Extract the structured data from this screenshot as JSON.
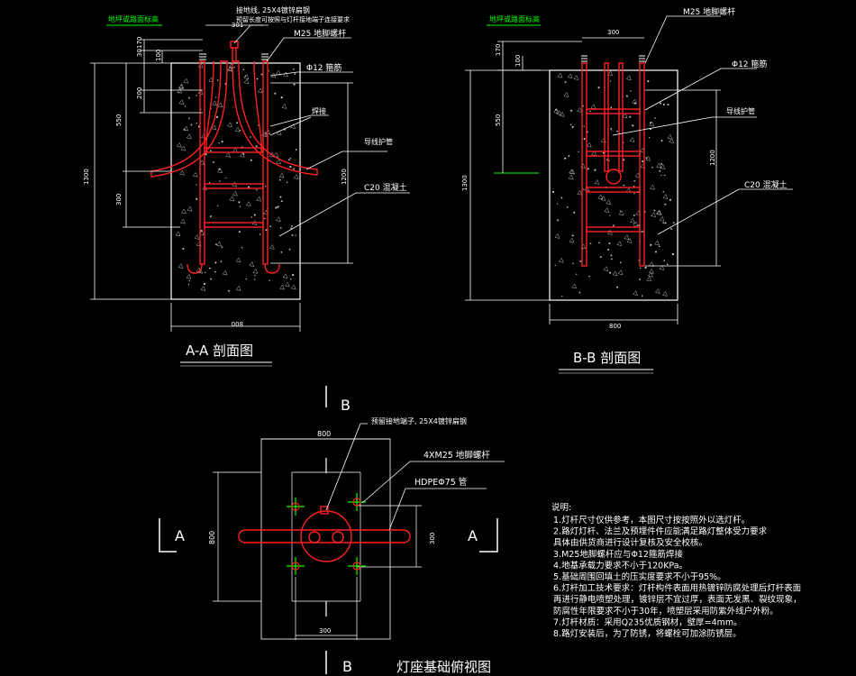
{
  "colors": {
    "background": "#000000",
    "lines": "#ffffff",
    "rebar": "#ff2020",
    "marker": "#00ff00",
    "dim_green": "#00ff00"
  },
  "aa": {
    "ground_label": "地坪或路面标高",
    "dim_301": "301",
    "dim_170": "170",
    "dim_30": "30",
    "dim_100": "100",
    "dim_200": "200",
    "dim_550": "550",
    "dim_300": "300",
    "dim_1300": "1300",
    "dim_1200": "1200",
    "dim_800": "800",
    "callout_ground": "接地线, 25X4镀锌扁钢",
    "callout_ground2": "预留长度可按照与灯杆接地端子连接要求",
    "callout_bolt": "M25 地脚螺杆",
    "callout_rebar": "Φ12 箍筋",
    "callout_weld": "焊接",
    "callout_conduit": "导线护管",
    "callout_concrete": "C20 混凝土",
    "title": "A-A 剖面图"
  },
  "bb": {
    "ground_label": "地坪或路面标高",
    "dim_300": "300",
    "dim_170": "170",
    "dim_100": "100",
    "dim_550": "550",
    "dim_1300": "1300",
    "dim_1200": "1200",
    "dim_800": "800",
    "callout_bolt": "M25 地脚螺杆",
    "callout_rebar": "Φ12 箍筋",
    "callout_conduit": "导线护管",
    "callout_concrete": "C20 混凝土",
    "title": "B-B 剖面图"
  },
  "plan": {
    "label_b_top": "B",
    "label_b_bottom": "B",
    "label_a_left": "A",
    "label_a_right": "A",
    "dim_800_top": "800",
    "dim_800_left": "800",
    "dim_300_right": "300",
    "dim_300_bottom": "300",
    "callout_ground": "预留接地端子, 25X4镀锌扁钢",
    "callout_bolts": "4XM25 地脚螺杆",
    "callout_hdpe": "HDPEΦ75 管",
    "title": "灯座基础俯视图"
  },
  "notes": {
    "heading": "说明:",
    "lines": [
      "1.灯杆尺寸仅供参考，本图尺寸按按照外以选灯杆。",
      "2.路灯灯杆、法兰及预埋件件应能满足路灯整体受力要求",
      "   具体由供货商进行设计复核及安全校核。",
      "3.M25地脚螺杆应与Φ12箍筋焊接",
      "4.地基承载力要求不小于120KPa。",
      "5.基础周围回填土的压实度要求不小于95%。",
      "6.灯杆加工技术要求：灯杆构件表面用热镀锌防腐处理后灯杆表面",
      "   再进行静电喷塑处理，镀锌层不宜过厚，表面无发黑、裂纹现象，",
      "   防腐性年限要求不小于30年，喷塑层采用防紫外线户外粉。",
      "7.灯杆材质：采用Q235优质钢材，壁厚=4mm。",
      "8.路灯安装后，为了防锈，将螺栓可加涂防锈层。"
    ]
  }
}
